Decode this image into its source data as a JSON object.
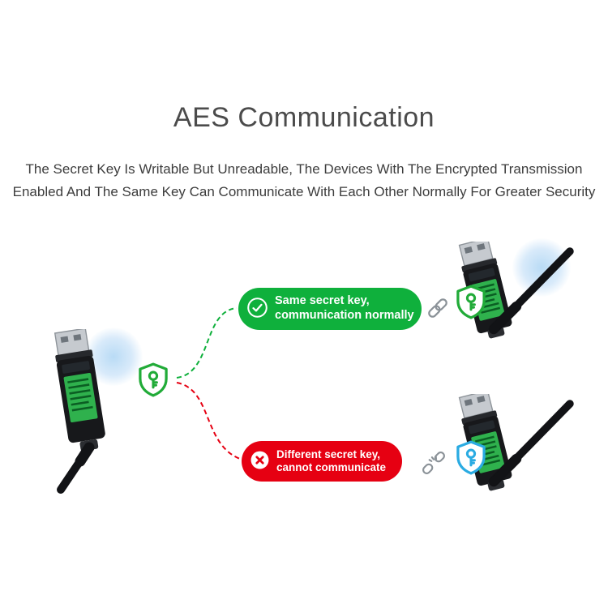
{
  "header": {
    "title": "AES Communication",
    "subtitle": [
      "The Secret Key Is Writable But Unreadable, The Devices With The Encrypted Transmission",
      "Enabled And The Same Key Can Communicate With Each Other Normally For Greater Security"
    ]
  },
  "banners": {
    "same_key": {
      "line1": "Same secret key,",
      "line2": "communication normally",
      "color": "#0fb03c",
      "icon": "check-circle-icon"
    },
    "different_key": {
      "line1": "Different secret key,",
      "line2": "cannot communicate",
      "color": "#e60012",
      "icon": "x-circle-icon"
    }
  },
  "devices": [
    {
      "name": "usb-lora-dongle-left"
    },
    {
      "name": "usb-lora-dongle-top-right"
    },
    {
      "name": "usb-lora-dongle-bottom-right"
    }
  ],
  "icons": {
    "shield_key_left": {
      "name": "shield-key-icon",
      "color": "#21ab38"
    },
    "shield_key_top_right": {
      "name": "shield-key-icon",
      "color": "#21ab38"
    },
    "shield_key_bottom_right": {
      "name": "shield-key-icon",
      "color": "#2aabe2"
    },
    "link_connected": {
      "name": "link-icon",
      "color": "#8b9298"
    },
    "link_broken": {
      "name": "broken-link-icon",
      "color": "#8b9298"
    }
  },
  "connections": {
    "same_key_line_color": "#0fb03c",
    "different_key_line_color": "#e60012",
    "style": "dashed"
  }
}
